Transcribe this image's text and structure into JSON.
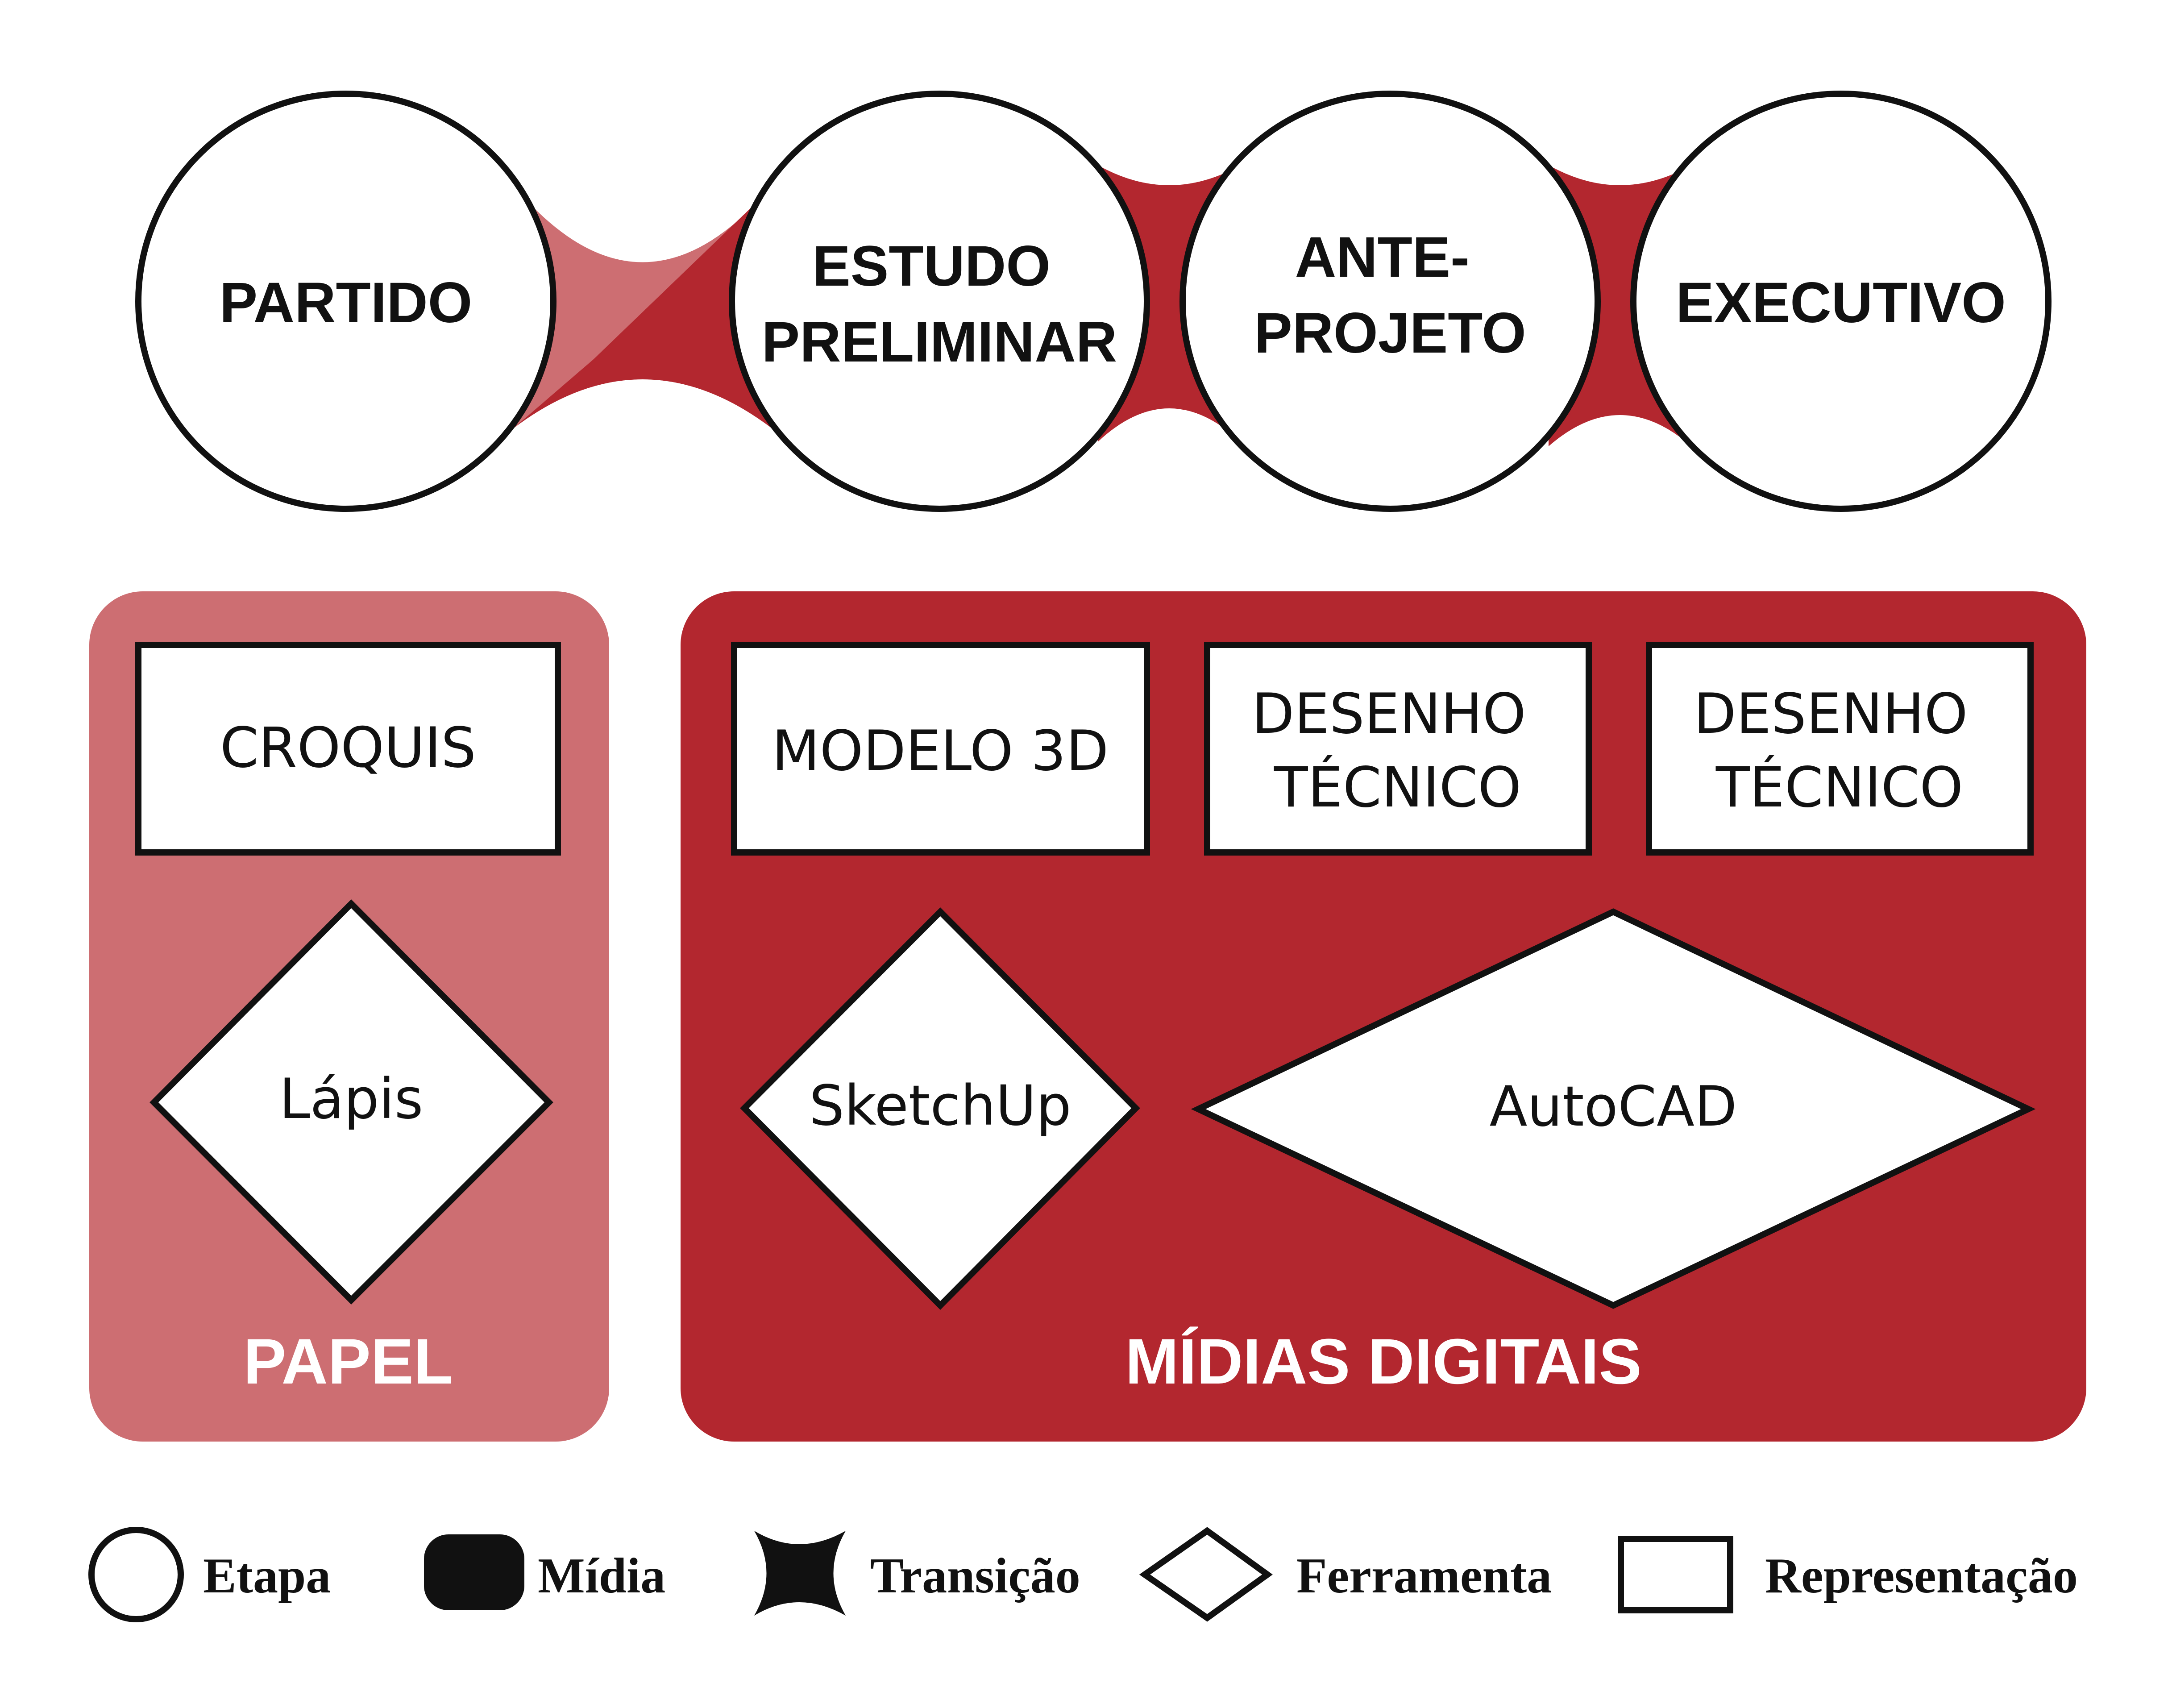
{
  "colors": {
    "media_dark": "#b3272f",
    "media_light": "#cd6e72",
    "outline": "#111111",
    "fill": "#ffffff"
  },
  "stages": [
    {
      "lines": [
        "PARTIDO"
      ]
    },
    {
      "lines": [
        "ESTUDO",
        "PRELIMINAR"
      ]
    },
    {
      "lines": [
        "ANTE-",
        "PROJETO"
      ]
    },
    {
      "lines": [
        "EXECUTIVO"
      ]
    }
  ],
  "media": {
    "paper": {
      "label": "PAPEL"
    },
    "digital": {
      "label": "MÍDIAS DIGITAIS"
    }
  },
  "representations": [
    {
      "lines": [
        "CROQUIS"
      ]
    },
    {
      "lines": [
        "MODELO 3D"
      ]
    },
    {
      "lines": [
        "DESENHO",
        "TÉCNICO"
      ]
    },
    {
      "lines": [
        "DESENHO",
        "TÉCNICO"
      ]
    }
  ],
  "tools": [
    {
      "label": "Lápis"
    },
    {
      "label": "SketchUp"
    },
    {
      "label": "AutoCAD"
    }
  ],
  "legend": [
    {
      "label": "Etapa",
      "icon": "circle-icon"
    },
    {
      "label": "Mídia",
      "icon": "rounded-rect-icon"
    },
    {
      "label": "Transição",
      "icon": "concave-star-icon"
    },
    {
      "label": "Ferramenta",
      "icon": "diamond-icon"
    },
    {
      "label": "Representação",
      "icon": "rectangle-icon"
    }
  ]
}
